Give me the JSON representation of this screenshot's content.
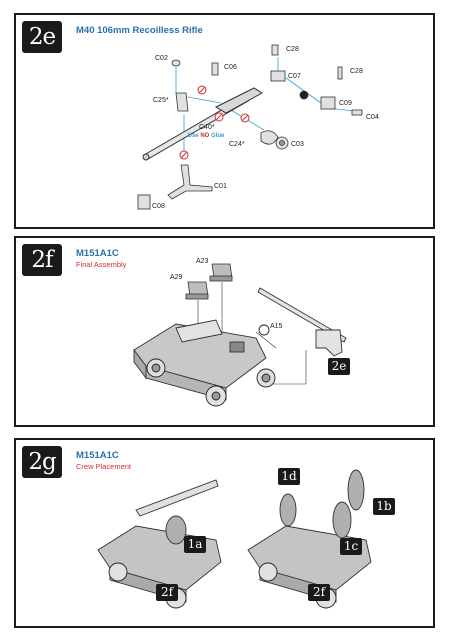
{
  "panels": [
    {
      "step": "2e",
      "title": "M40 106mm Recoilless Rifle",
      "subtitle": "",
      "labels": [
        "C02",
        "C06",
        "C28",
        "C07",
        "C28",
        "C25*",
        "C09",
        "C04",
        "C40*",
        "C24*",
        "C03",
        "C01",
        "C08"
      ],
      "glue_note": {
        "prefix": "Use ",
        "no": "NO",
        "suffix": " Glue"
      }
    },
    {
      "step": "2f",
      "title": "M151A1C",
      "subtitle": "Final Assembly",
      "labels": [
        "A23",
        "A29",
        "A15"
      ],
      "refs": [
        "2e"
      ]
    },
    {
      "step": "2g",
      "title": "M151A1C",
      "subtitle": "Crew Placement",
      "refs": [
        "1a",
        "2f",
        "1d",
        "1b",
        "1c",
        "2f"
      ]
    }
  ],
  "colors": {
    "title": "#2a6fb0",
    "subtitle": "#d0312d",
    "guide_line": "#2a9fd6",
    "no_glue": "#d0312d"
  }
}
